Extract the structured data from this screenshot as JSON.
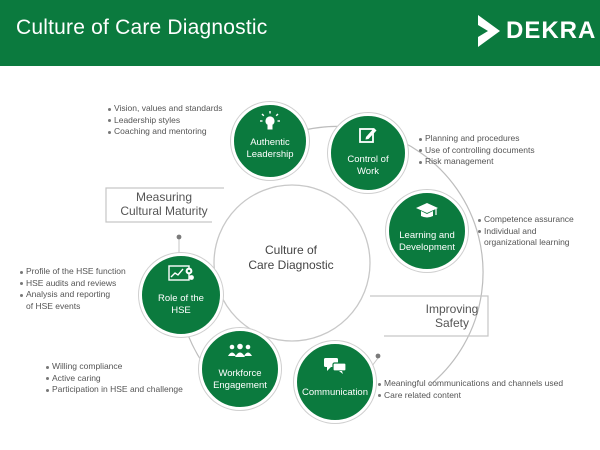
{
  "header": {
    "title": "Culture of Care Diagnostic",
    "logo_text": "DEKRA",
    "color": "#0b7a3e"
  },
  "center": {
    "line1": "Culture of",
    "line2": "Care Diagnostic"
  },
  "nodes": {
    "authentic_leadership": {
      "line1": "Authentic",
      "line2": "Leadership",
      "icon": "lightbulb-icon"
    },
    "control_of_work": {
      "line1": "Control of",
      "line2": "Work",
      "icon": "edit-document-icon"
    },
    "learning_development": {
      "line1": "Learning and",
      "line2": "Development",
      "icon": "graduation-cap-icon"
    },
    "role_of_hse": {
      "line1": "Role of the",
      "line2": "HSE",
      "icon": "chart-gear-icon"
    },
    "workforce_engagement": {
      "line1": "Workforce",
      "line2": "Engagement",
      "icon": "people-group-icon"
    },
    "communication": {
      "line1": "Communication",
      "icon": "chat-bubbles-icon"
    }
  },
  "boxes": {
    "measuring": {
      "line1": "Measuring",
      "line2": "Cultural Maturity"
    },
    "improving": {
      "line1": "Improving",
      "line2": "Safety"
    }
  },
  "bullets": {
    "leadership": [
      "Vision, values and standards",
      "Leadership styles",
      "Coaching and mentoring"
    ],
    "control": [
      "Planning and procedures",
      "Use of controlling documents",
      "Risk management"
    ],
    "learning": {
      "item1": "Competence assurance",
      "item2_line1": "Individual  and",
      "item2_line2": "organizational learning"
    },
    "hse": {
      "item1": "Profile of the HSE function",
      "item2": "HSE audits and reviews",
      "item3_line1": "Analysis and reporting",
      "item3_line2": "of HSE events"
    },
    "workforce": [
      "Willing  compliance",
      "Active caring",
      "Participation in HSE and challenge"
    ],
    "communication": [
      "Meaningful communications and channels used",
      "Care related content"
    ]
  }
}
